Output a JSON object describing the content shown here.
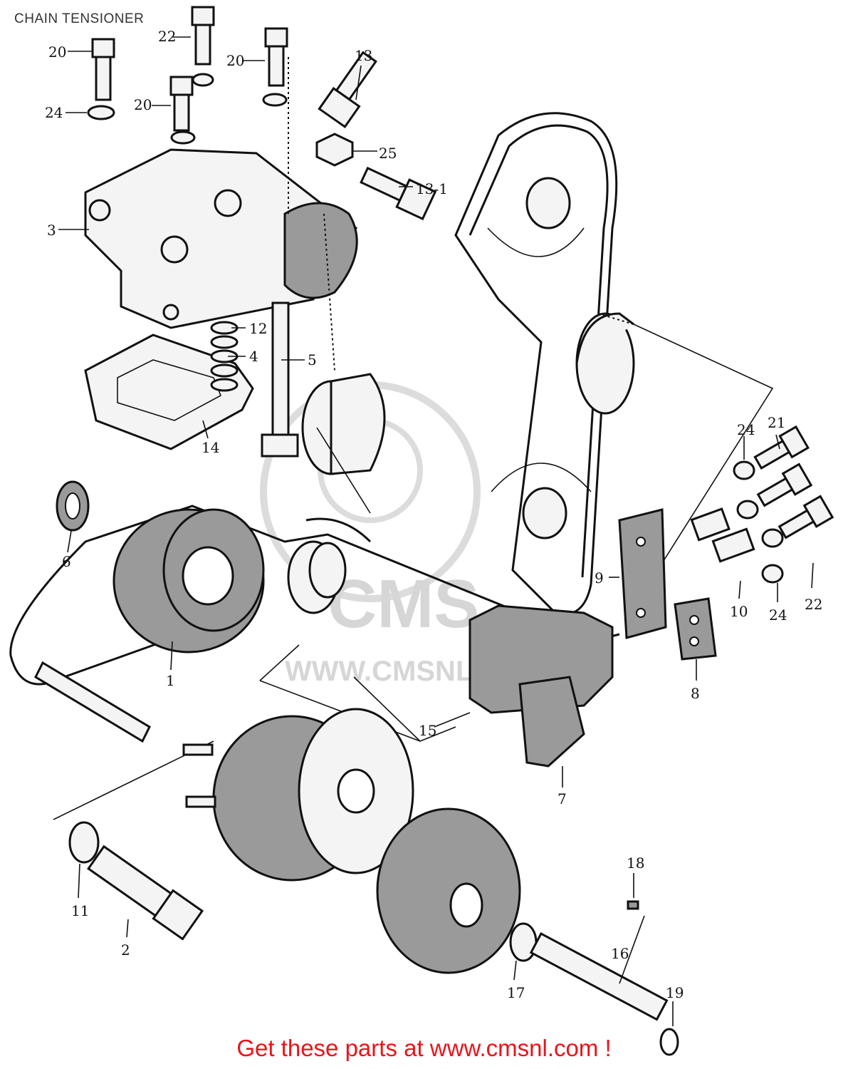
{
  "title": "CHAIN TENSIONER",
  "footer": "Get these parts at www.cmsnl.com !",
  "watermark": {
    "text": "CMS",
    "url": "WWW.CMSNL.COM"
  },
  "callouts": [
    "1",
    "2",
    "3",
    "4",
    "5",
    "6",
    "7",
    "8",
    "9",
    "10",
    "11",
    "12",
    "13",
    "13-1",
    "14",
    "15",
    "16",
    "17",
    "18",
    "19",
    "20",
    "20",
    "20",
    "21",
    "22",
    "22",
    "24",
    "24",
    "24",
    "25"
  ],
  "colors": {
    "footer": "#e8141b",
    "ink": "#111111",
    "watermark": "#d6d6d6"
  }
}
